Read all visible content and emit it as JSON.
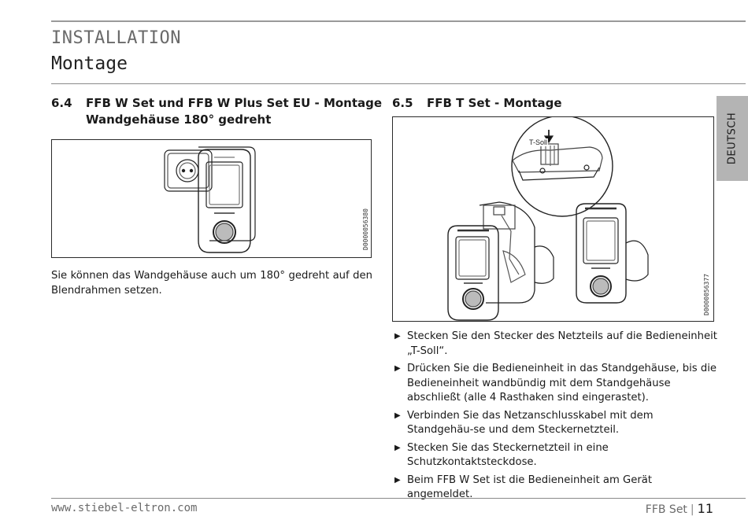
{
  "header": {
    "kicker": "INSTALLATION",
    "title": "Montage"
  },
  "language_tab": "DEUTSCH",
  "section_64": {
    "number": "6.4",
    "title_line1": "FFB W Set und FFB W Plus Set EU - Montage",
    "title_line2": "Wandgehäuse 180° gedreht",
    "figure_id": "D0000056380",
    "body": "Sie können das Wandgehäuse auch um 180° gedreht auf den Blendrahmen setzen."
  },
  "section_65": {
    "number": "6.5",
    "title": "FFB T Set - Montage",
    "figure_id": "D0000056377",
    "figure_callout": "T-Soll",
    "steps": [
      "Stecken Sie den Stecker des Netzteils auf die Bedieneinheit „T-Soll“.",
      "Drücken Sie die Bedieneinheit in das Standgehäuse, bis die Bedieneinheit wandbündig mit dem Standgehäuse abschließt (alle 4 Rasthaken sind eingerastet).",
      "Verbinden Sie das Netzanschlusskabel mit dem Standgehäu-se und dem Steckernetzteil.",
      "Stecken Sie das Steckernetzteil in eine Schutzkontaktsteckdose.",
      "Beim FFB W Set ist die Bedieneinheit am Gerät angemeldet."
    ],
    "bullet_icon": "triangle-right-icon"
  },
  "footer": {
    "url": "www.stiebel-eltron.com",
    "doc": "FFB Set",
    "separator": "|",
    "page": "11"
  }
}
